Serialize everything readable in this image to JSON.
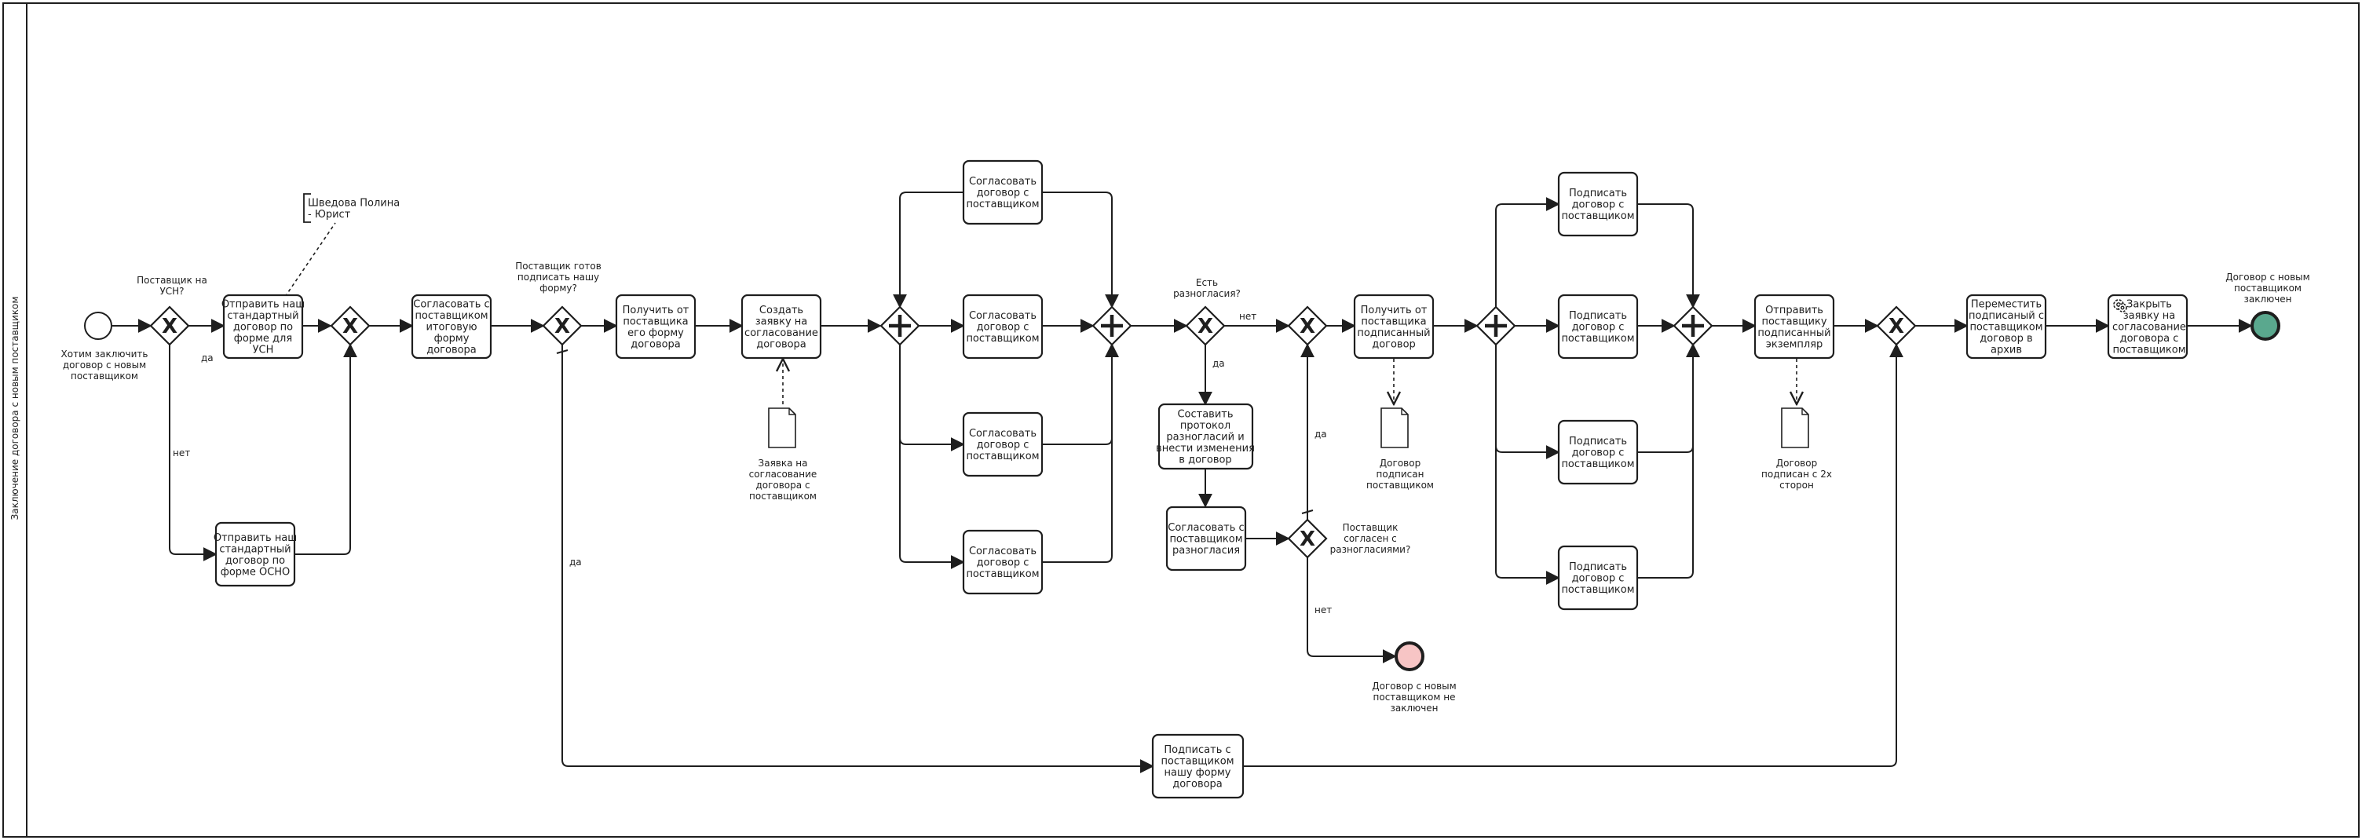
{
  "pool": {
    "label": "Заключение договора с новым поставщиком"
  },
  "events": {
    "start": [
      "Хотим заключить",
      "договор с новым",
      "поставщиком"
    ],
    "end_fail": [
      "Договор с новым",
      "поставщиком не",
      "заключен"
    ],
    "end_ok": [
      "Договор с новым",
      "поставщиком",
      "заключен"
    ]
  },
  "tasks": {
    "t_usn": [
      "Отправить наш",
      "стандартный",
      "договор по",
      "форме для",
      "УСН"
    ],
    "t_osno": [
      "Отправить наш",
      "стандартный",
      "договор по",
      "форме ОСНО"
    ],
    "t_agree_final": [
      "Согласовать с",
      "поставщиком",
      "итоговую",
      "форму",
      "договора"
    ],
    "t_get_form": [
      "Получить от",
      "поставщика",
      "его форму",
      "договора"
    ],
    "t_create_req": [
      "Создать",
      "заявку на",
      "согласование",
      "договора"
    ],
    "t_agree_1": [
      "Согласовать",
      "договор с",
      "поставщиком"
    ],
    "t_agree_2": [
      "Согласовать",
      "договор с",
      "поставщиком"
    ],
    "t_agree_3": [
      "Согласовать",
      "договор с",
      "поставщиком"
    ],
    "t_agree_4": [
      "Согласовать",
      "договор с",
      "поставщиком"
    ],
    "t_protocol": [
      "Составить",
      "протокол",
      "разногласий и",
      "внести изменения",
      "в договор"
    ],
    "t_agree_disc": [
      "Согласовать с",
      "поставщиком",
      "разногласия"
    ],
    "t_sign_ours": [
      "Подписать с",
      "поставщиком",
      "нашу форму",
      "договора"
    ],
    "t_get_signed": [
      "Получить от",
      "поставщика",
      "подписанный",
      "договор"
    ],
    "t_sign_1": [
      "Подписать",
      "договор с",
      "поставщиком"
    ],
    "t_sign_2": [
      "Подписать",
      "договор с",
      "поставщиком"
    ],
    "t_sign_3": [
      "Подписать",
      "договор с",
      "поставщиком"
    ],
    "t_sign_4": [
      "Подписать",
      "договор с",
      "поставщиком"
    ],
    "t_send_copy": [
      "Отправить",
      "поставщику",
      "подписанный",
      "экземпляр"
    ],
    "t_archive": [
      "Переместить",
      "подписаный с",
      "поставщиком",
      "договор в",
      "архив"
    ],
    "t_close_req": [
      "Закрыть",
      "заявку на",
      "согласование",
      "договора с",
      "поставщиком"
    ]
  },
  "gateways": {
    "g_usn": [
      "Поставщик на",
      "УСН?"
    ],
    "g_ready": [
      "Поставщик готов",
      "подписать нашу",
      "форму?"
    ],
    "g_disc": [
      "Есть",
      "разногласия?"
    ],
    "g_agreed": [
      "Поставщик",
      "согласен с",
      "разногласиями?"
    ]
  },
  "flow_labels": {
    "yes_usn": "да",
    "no_usn": "нет",
    "yes_ready": "да",
    "no_disc": "нет",
    "yes_disc": "да",
    "yes_agreed": "да",
    "no_agreed": "нет"
  },
  "data_objects": {
    "d_request": [
      "Заявка на",
      "согласование",
      "договора с",
      "поставщиком"
    ],
    "d_signed_sup": [
      "Договор",
      "подписан",
      "поставщиком"
    ],
    "d_signed_both": [
      "Договор",
      "подписан с 2х",
      "сторон"
    ]
  },
  "annotation": [
    "Шведова Полина",
    "- Юрист"
  ],
  "icons": {
    "service_task": "gear-icon"
  }
}
